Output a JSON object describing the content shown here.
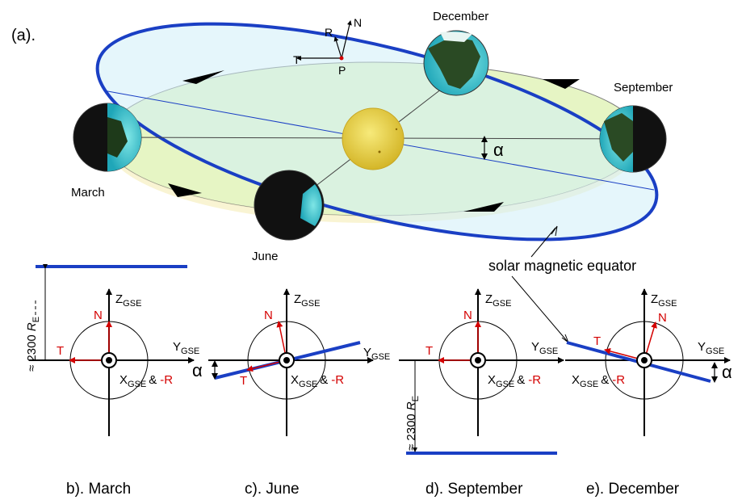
{
  "figure": {
    "panel_a": "(a).",
    "months": {
      "december": "December",
      "september": "September",
      "march": "March",
      "june": "June"
    },
    "orbit_frame": {
      "R": "R",
      "N": "N",
      "T": "T",
      "P": "P"
    },
    "alpha": "α",
    "callout": "solar magnetic equator"
  },
  "axes": {
    "Z": "Z",
    "Y": "Y",
    "X": "X",
    "GSE": "GSE",
    "N": "N",
    "T": "T",
    "amp": "&",
    "minusR": "-R",
    "re_prefix": "≈ 2300 ",
    "re_R": "R",
    "re_sub": "E"
  },
  "panels": [
    {
      "label": "b). March"
    },
    {
      "label": "c). June"
    },
    {
      "label": "d). September"
    },
    {
      "label": "e). December"
    }
  ],
  "colors": {
    "magnetic_equator": "#1a3fc4",
    "frame_vectors": "#d40000",
    "ecliptic_fill": "#e6f5c4",
    "sun": "#f0d840"
  }
}
